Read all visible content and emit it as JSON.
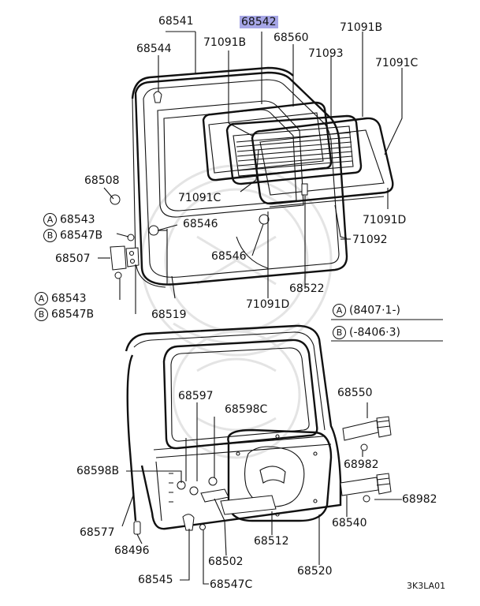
{
  "labels": {
    "p68541": "68541",
    "p68542": "68542",
    "p68544": "68544",
    "p71091B_a": "71091B",
    "p68560": "68560",
    "p71091B_b": "71091B",
    "p71093": "71093",
    "p71091C_a": "71091C",
    "p68508": "68508",
    "p71091C_b": "71091C",
    "p68543_a": "68543",
    "p68547B_a": "68547B",
    "p68546_a": "68546",
    "p71091D_a": "71091D",
    "p71092": "71092",
    "p68507": "68507",
    "p68546_b": "68546",
    "p68522": "68522",
    "p68543_b": "68543",
    "p71091D_b": "71091D",
    "p68547B_b": "68547B",
    "p68519": "68519",
    "p68597": "68597",
    "p68598C": "68598C",
    "p68550": "68550",
    "p68598B": "68598B",
    "p68982_a": "68982",
    "p68982_b": "68982",
    "p68540": "68540",
    "p68577": "68577",
    "p68512": "68512",
    "p68496": "68496",
    "p68502": "68502",
    "p68520": "68520",
    "p68545": "68545",
    "p68547C": "68547C",
    "code": "3K3LA01"
  },
  "markers": {
    "A": "A",
    "B": "B"
  },
  "legend": {
    "a_text": "(8407·1-)",
    "b_text": "(-8406·3)"
  },
  "highlight_part": "68542",
  "colors": {
    "highlight": "#a6a6e6",
    "line": "#111111",
    "watermark": "#e4e4e4"
  }
}
